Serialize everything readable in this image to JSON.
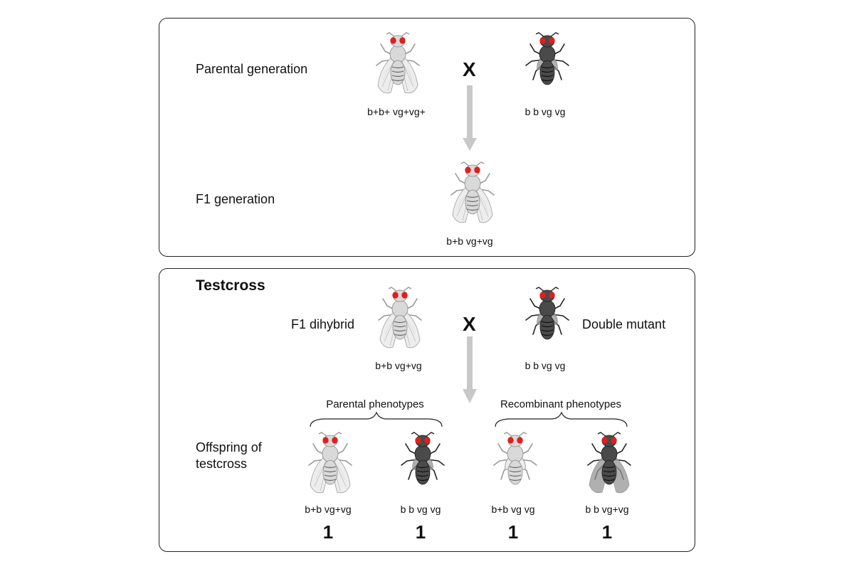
{
  "panel1": {
    "parental_label": "Parental generation",
    "f1_label": "F1 generation",
    "cross_symbol": "X",
    "parent_wild_genotype": "b+b+ vg+vg+",
    "parent_mutant_genotype": "b b vg vg",
    "f1_genotype": "b+b vg+vg"
  },
  "panel2": {
    "title": "Testcross",
    "f1_dihybrid_label": "F1 dihybrid",
    "double_mutant_label": "Double mutant",
    "cross_symbol": "X",
    "f1_dihybrid_genotype": "b+b vg+vg",
    "double_mutant_genotype": "b b vg vg",
    "parental_phenotypes_label": "Parental phenotypes",
    "recombinant_phenotypes_label": "Recombinant phenotypes",
    "offspring_label_line1": "Offspring of",
    "offspring_label_line2": "testcross",
    "offspring": [
      {
        "genotype": "b+b vg+vg",
        "ratio": "1"
      },
      {
        "genotype": "b b vg vg",
        "ratio": "1"
      },
      {
        "genotype": "b+b vg vg",
        "ratio": "1"
      },
      {
        "genotype": "b b vg+vg",
        "ratio": "1"
      }
    ]
  },
  "colors": {
    "eye": "#e0201c",
    "wild_body": "#d9d9d9",
    "dark_body": "#4a4a4a",
    "arrow": "#c8c8c8"
  }
}
